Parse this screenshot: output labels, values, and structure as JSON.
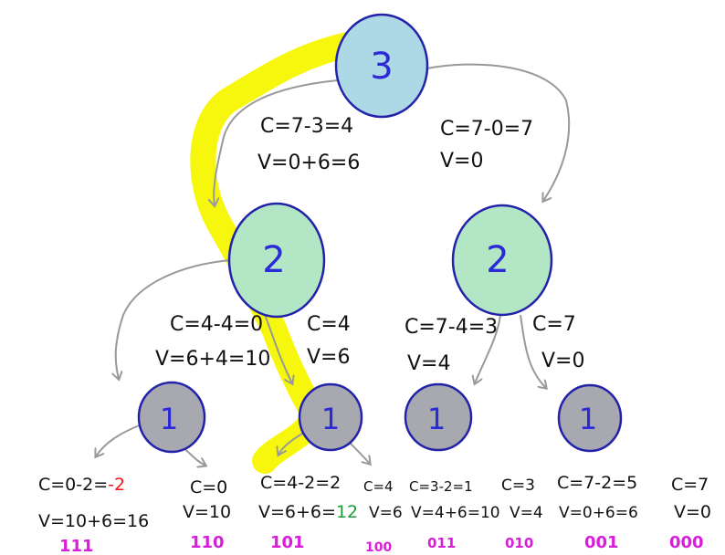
{
  "colors": {
    "root_fill": "#add8e6",
    "mid_fill": "#b2e6c4",
    "leaf_fill": "#a8a8b0",
    "outline": "#2222aa",
    "highlight": "#f7f700",
    "arrow": "#999999",
    "negative": "#ff1010",
    "best": "#1a9e3a",
    "bits": "#d81ed8"
  },
  "nodes": {
    "root": "3",
    "left_mid": "2",
    "right_mid": "2",
    "leaf1": "1",
    "leaf2": "1",
    "leaf3": "1",
    "leaf4": "1"
  },
  "edges": {
    "root_left": {
      "c": "C=7-3=4",
      "v": "V=0+6=6"
    },
    "root_right": {
      "c": "C=7-0=7",
      "v": "V=0"
    },
    "lm_left": {
      "c": "C=4-4=0",
      "v": "V=6+4=10"
    },
    "lm_right": {
      "c": "C=4",
      "v": "V=6"
    },
    "rm_left": {
      "c": "C=7-4=3",
      "v": "V=4"
    },
    "rm_right": {
      "c": "C=7",
      "v": "V=0"
    }
  },
  "leaves": [
    {
      "c_prefix": "C=0-2=",
      "c_highlight": "-2",
      "v_prefix": "V=10+6=16",
      "v_highlight": "",
      "bits": "111"
    },
    {
      "c_prefix": "C=0",
      "c_highlight": "",
      "v_prefix": "V=10",
      "v_highlight": "",
      "bits": "110"
    },
    {
      "c_prefix": "C=4-2=2",
      "c_highlight": "",
      "v_prefix": "V=6+6=",
      "v_highlight": "12",
      "bits": "101"
    },
    {
      "c_prefix": "C=4",
      "c_highlight": "",
      "v_prefix": "V=6",
      "v_highlight": "",
      "bits": "100"
    },
    {
      "c_prefix": "C=3-2=1",
      "c_highlight": "",
      "v_prefix": "V=4+6=10",
      "v_highlight": "",
      "bits": "011"
    },
    {
      "c_prefix": "C=3",
      "c_highlight": "",
      "v_prefix": "V=4",
      "v_highlight": "",
      "bits": "010"
    },
    {
      "c_prefix": "C=7-2=5",
      "c_highlight": "",
      "v_prefix": "V=0+6=6",
      "v_highlight": "",
      "bits": "001"
    },
    {
      "c_prefix": "C=7",
      "c_highlight": "",
      "v_prefix": "V=0",
      "v_highlight": "",
      "bits": "000"
    }
  ]
}
